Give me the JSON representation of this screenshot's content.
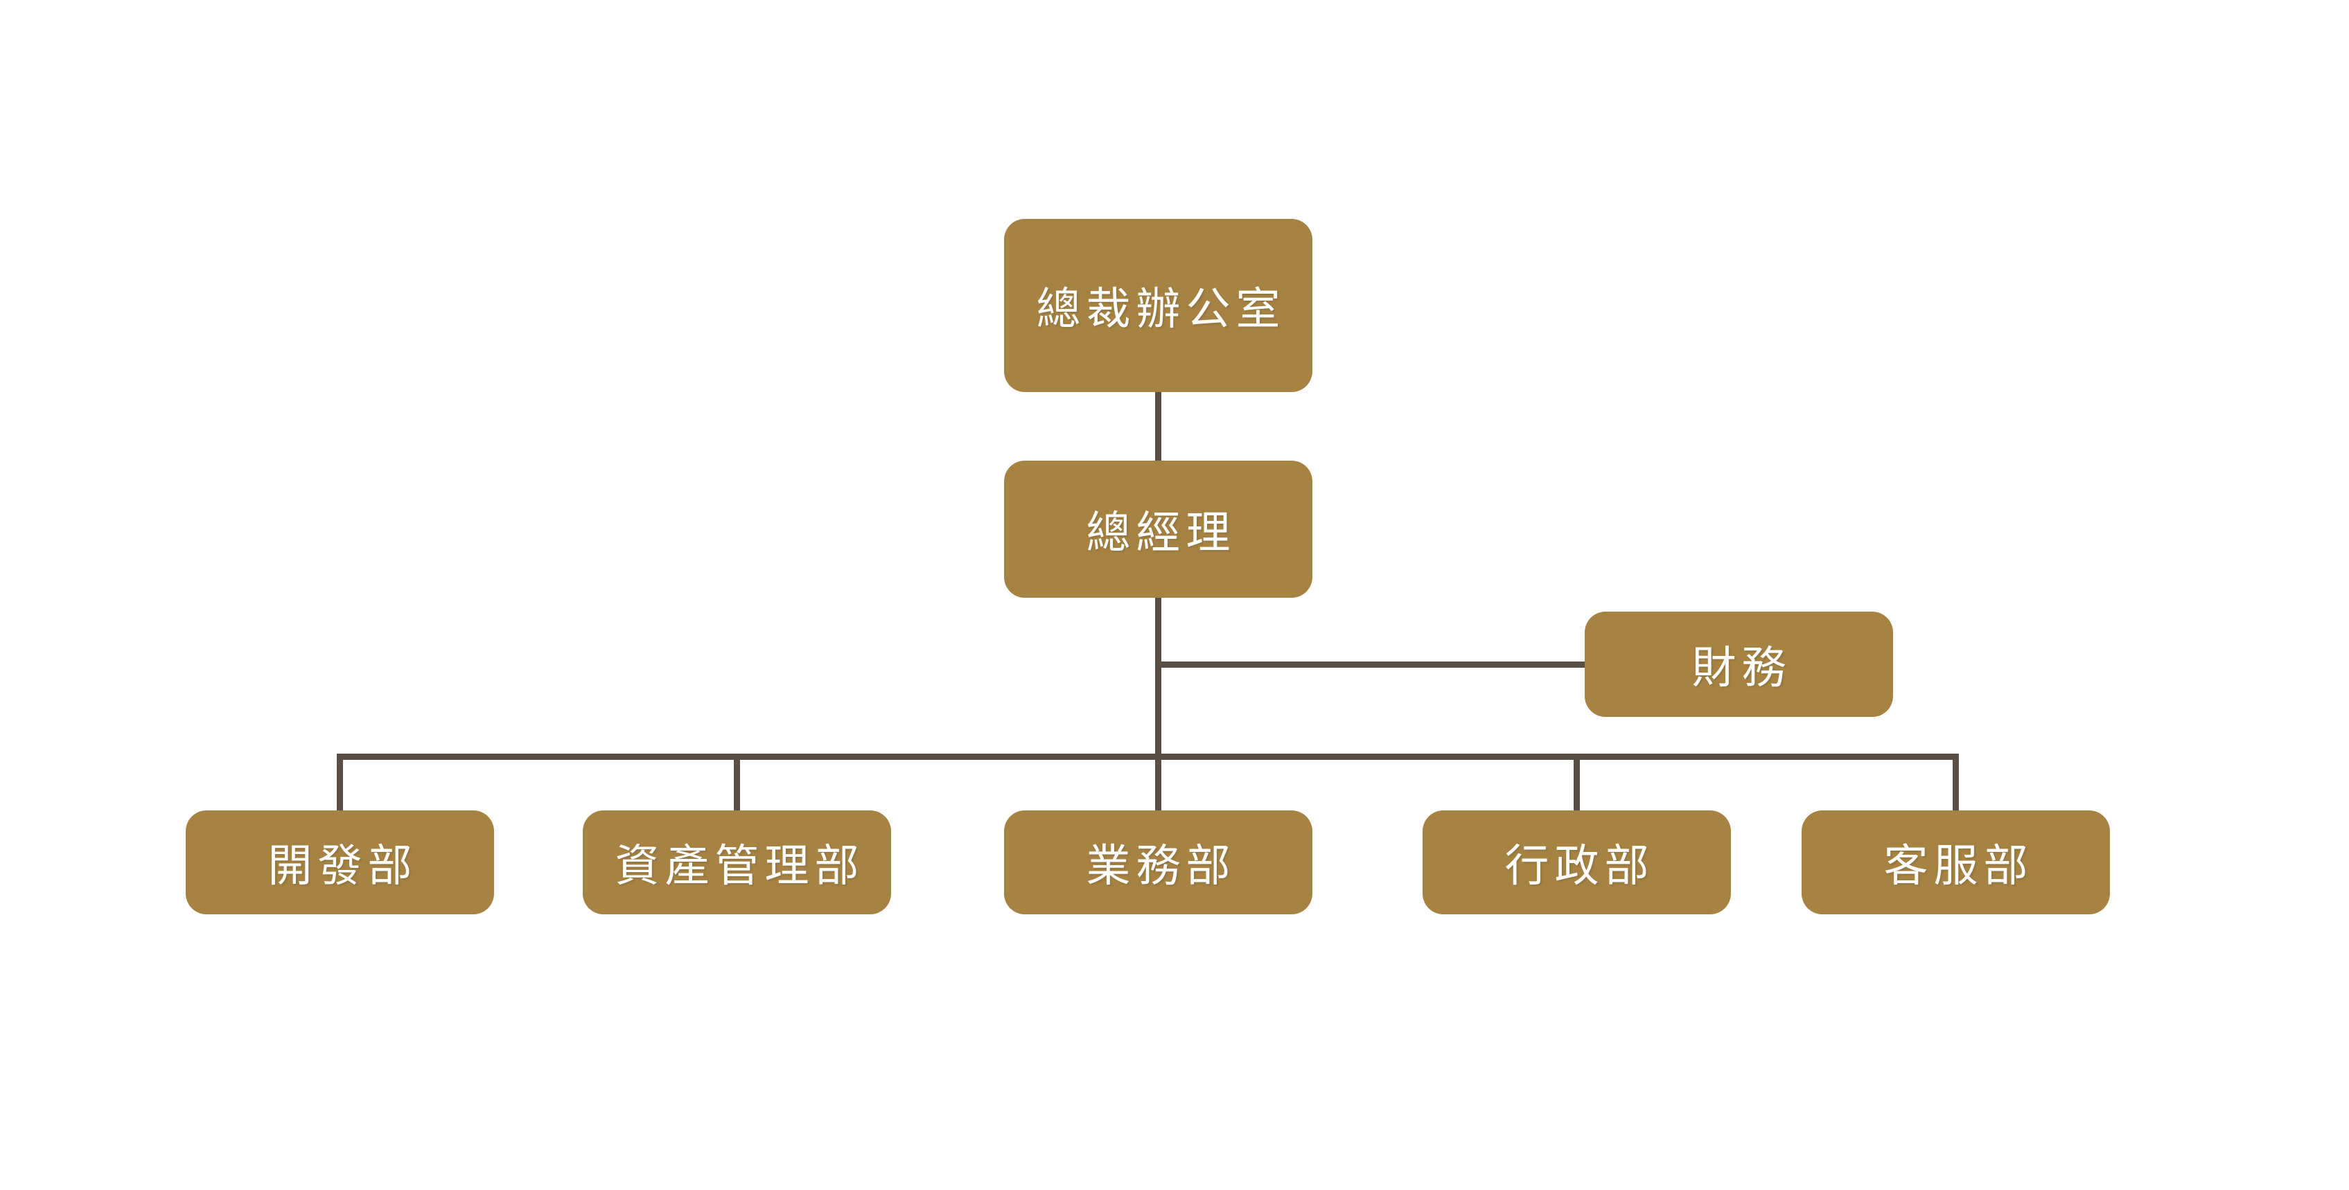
{
  "chart": {
    "type": "org-chart",
    "nodes": {
      "president_office": {
        "label": "總裁辦公室"
      },
      "general_manager": {
        "label": "總經理"
      },
      "finance": {
        "label": "財務"
      },
      "development": {
        "label": "開發部"
      },
      "asset_management": {
        "label": "資產管理部"
      },
      "business": {
        "label": "業務部"
      },
      "administration": {
        "label": "行政部"
      },
      "customer_service": {
        "label": "客服部"
      }
    },
    "structure": {
      "root": "president_office",
      "edges": [
        [
          "president_office",
          "general_manager"
        ],
        [
          "general_manager",
          "finance"
        ],
        [
          "general_manager",
          "development"
        ],
        [
          "general_manager",
          "asset_management"
        ],
        [
          "general_manager",
          "business"
        ],
        [
          "general_manager",
          "administration"
        ],
        [
          "general_manager",
          "customer_service"
        ]
      ]
    },
    "colors": {
      "node_fill": "#a68342",
      "node_text": "#ffffff",
      "connector": "#5b4e44",
      "background": "#ffffff"
    }
  }
}
